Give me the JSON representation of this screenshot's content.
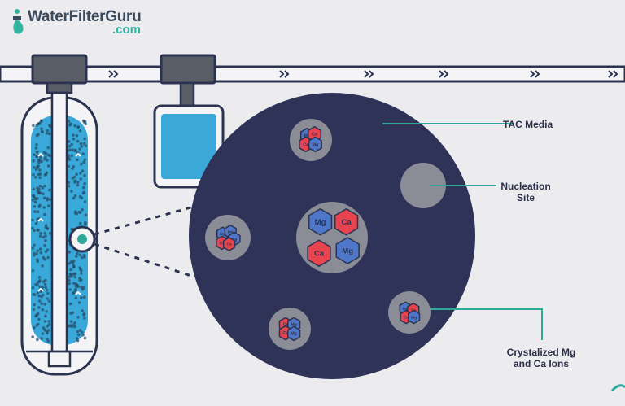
{
  "logo": {
    "main": "WaterFilterGuru",
    "sub": ".com",
    "brand_dark": "#3a4a5c",
    "brand_accent": "#2fb5a0",
    "icon": "faucet-drop-icon"
  },
  "labels": {
    "tac_media": "TAC Media",
    "nucleation_line1": "Nucleation",
    "nucleation_line2": "Site",
    "crystalized_line1": "Crystalized Mg",
    "crystalized_line2": "and Ca Ions"
  },
  "ions": {
    "calcium": "Ca",
    "magnesium": "Mg",
    "calcium_color": "#e8444f",
    "magnesium_color": "#4f77c9"
  },
  "colors": {
    "circle": "#2f3358",
    "pipe": "#2c3350",
    "water": "#3aa8d8",
    "leader_line": "#2fa89a",
    "cluster_bg": "#8a8d96"
  },
  "icons": {
    "flow_arrow": "chevron-right-icon",
    "up_arrow": "chevron-up-icon",
    "down_arrow": "chevron-down-icon"
  }
}
